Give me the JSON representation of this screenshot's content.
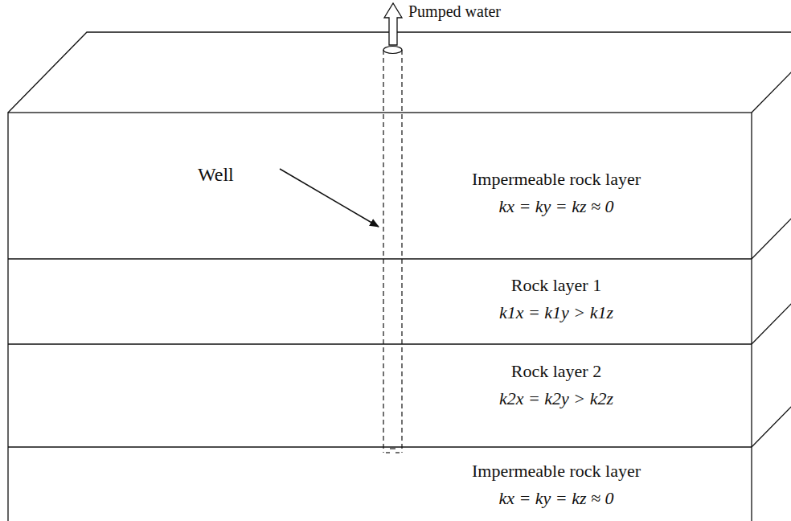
{
  "diagram": {
    "nodes": [
      {
        "text": [
          "Impermeable rock layer",
          "kx = ky = kz ≈ 0"
        ]
      },
      {
        "text": [
          "Rock layer 1",
          "k1x = k1y > k1z"
        ]
      },
      {
        "text": [
          "Rock layer 2",
          "k2x = k2y > k2z"
        ]
      },
      {
        "text": [
          "Impermeable rock layer",
          "kx = ky = kz ≈ 0"
        ]
      }
    ],
    "labels": [
      "Pumped water",
      "Well"
    ]
  }
}
